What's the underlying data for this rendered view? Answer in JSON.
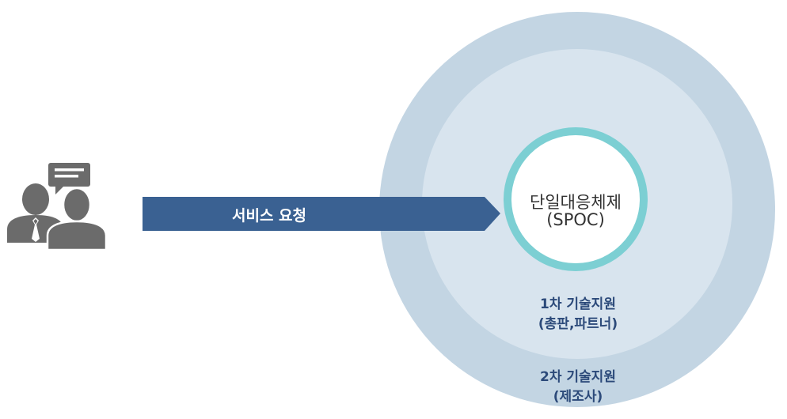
{
  "colors": {
    "outer_ring": "#c3d5e3",
    "inner_ring": "#d8e4ee",
    "spoc_border": "#7ccfd3",
    "spoc_fill": "#ffffff",
    "arrow": "#3a6192",
    "people_icon": "#6b6b6b",
    "tier_text": "#2c4a7a",
    "spoc_text": "#333333"
  },
  "icons": {
    "customer": "people-chat-icon"
  },
  "arrow": {
    "label": "서비스 요청"
  },
  "spoc": {
    "line1": "단일대응체제",
    "line2": "(SPOC)"
  },
  "tier1": {
    "line1": "1차 기술지원",
    "line2": "(총판,파트너)"
  },
  "tier2": {
    "line1": "2차 기술지원",
    "line2": "(제조사)"
  }
}
